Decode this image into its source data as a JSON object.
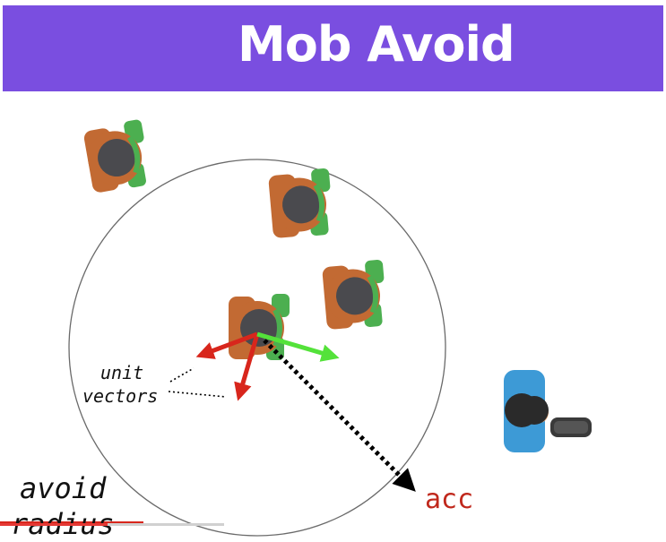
{
  "header": {
    "title": "Mob Avoid",
    "color": "#7a4ee0"
  },
  "labels": {
    "unit": "unit",
    "vectors": "vectors",
    "avoid": "avoid",
    "radius": "radius",
    "acc": "acc"
  },
  "colors": {
    "red_vector": "#d8261c",
    "green_vector": "#54e23a",
    "acc_vector": "#000000",
    "acc_label": "#c0281c",
    "circle": "#6a6a6a",
    "mob_body": "#c26a33",
    "mob_limb": "#4caf50",
    "player_body": "#3d9ad6"
  }
}
